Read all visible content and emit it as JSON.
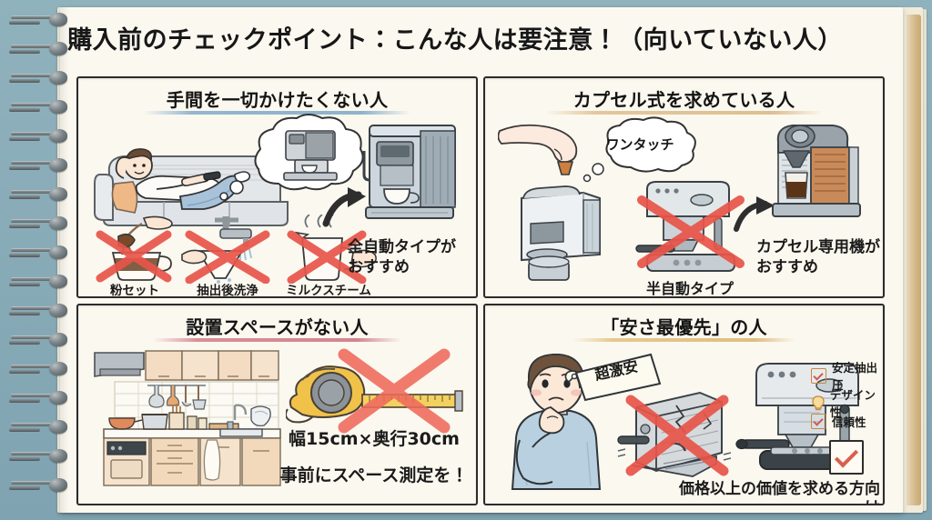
{
  "page": {
    "title": "購入前のチェックポイント：こんな人は要注意！（向いていない人）"
  },
  "colors": {
    "backdrop": "#8aafbb",
    "paper": "#faf8ef",
    "ink": "#1b1b1b",
    "red_cross": "#e8554a",
    "underline_blue": "#93b6d0",
    "underline_tan": "#e3c79c",
    "underline_pink": "#d88e99",
    "underline_gold": "#e6c890",
    "spine": "#c9a86f"
  },
  "panels": [
    {
      "id": "no-effort",
      "title": "手間を一切かけたくない人",
      "underline": "#93b6d0",
      "thought_label": "",
      "crossed_items": [
        {
          "label": "粉セット",
          "icon": "coffee-powder-scoop-icon"
        },
        {
          "label": "抽出後洗浄",
          "icon": "faucet-wash-icon"
        },
        {
          "label": "ミルクスチーム",
          "icon": "milk-pitcher-steam-icon"
        }
      ],
      "recommendation": "全自動タイプが\nおすすめ",
      "recommendation_line1": "全自動タイプが",
      "recommendation_line2": "おすすめ"
    },
    {
      "id": "capsule-type",
      "title": "カプセル式を求めている人",
      "underline": "#e3c79c",
      "thought_label": "ワンタッチ",
      "crossed_items": [
        {
          "label": "半自動タイプ",
          "icon": "semi-auto-espresso-machine-icon"
        }
      ],
      "recommendation_line1": "カプセル専用機が",
      "recommendation_line2": "おすすめ"
    },
    {
      "id": "no-space",
      "title": "設置スペースがない人",
      "underline": "#d88e99",
      "dimension_text": "幅15cm×奥行30cm",
      "advice_text": "事前にスペース測定を！"
    },
    {
      "id": "cheapest-first",
      "title": "「安さ最優先」の人",
      "underline": "#e6c890",
      "price_tag": "超激安",
      "checklist": [
        {
          "label": "安定抽出圧",
          "icon": "checkbox-checked-icon"
        },
        {
          "label": "デザイン性",
          "icon": "lightbulb-icon"
        },
        {
          "label": "信頼性",
          "icon": "checkbox-checked-icon"
        }
      ],
      "footer_text": "価格以上の価値を求める方向け"
    }
  ]
}
